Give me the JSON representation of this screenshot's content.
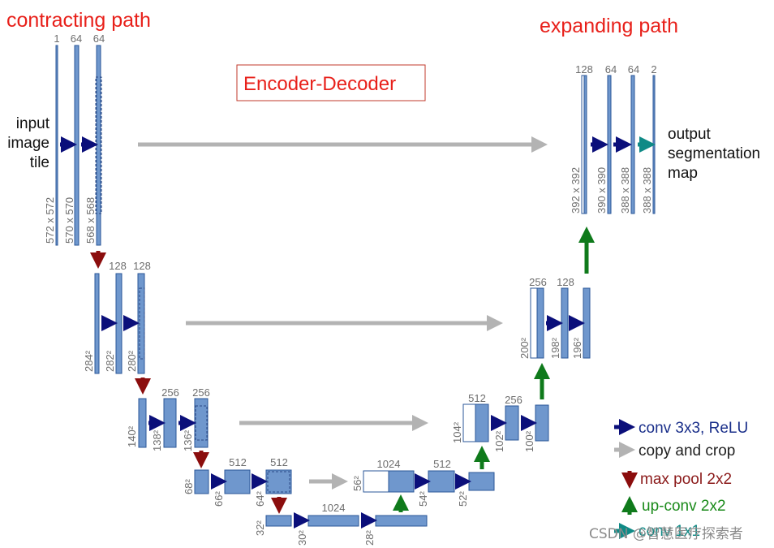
{
  "titles": {
    "contracting": "contracting path",
    "expanding": "expanding path",
    "encoder_decoder": "Encoder-Decoder"
  },
  "input_label": [
    "input",
    "image",
    "tile"
  ],
  "output_label": [
    "output",
    "segmentation",
    "map"
  ],
  "channels": {
    "l1": [
      "1",
      "64",
      "64"
    ],
    "l2": [
      "128",
      "128"
    ],
    "l3": [
      "256",
      "256"
    ],
    "l4": [
      "512",
      "512"
    ],
    "l5": [
      "1024"
    ],
    "u4": [
      "1024",
      "512"
    ],
    "u3": [
      "512",
      "256"
    ],
    "u2": [
      "256",
      "128"
    ],
    "u1": [
      "128",
      "64",
      "64",
      "2"
    ]
  },
  "dims": {
    "l1": [
      "572 x 572",
      "570 x 570",
      "568 x 568"
    ],
    "l2": [
      "284²",
      "282²",
      "280²"
    ],
    "l3": [
      "140²",
      "138²",
      "136²"
    ],
    "l4": [
      "68²",
      "66²",
      "64²"
    ],
    "l5": [
      "32²",
      "30²",
      "28²"
    ],
    "u4": [
      "56²",
      "54²",
      "52²"
    ],
    "u3": [
      "104²",
      "102²",
      "100²"
    ],
    "u2": [
      "200²",
      "198²",
      "196²"
    ],
    "u1": [
      "392 x 392",
      "390 x 390",
      "388 x 388",
      "388 x 388"
    ]
  },
  "legend": {
    "conv": "conv 3x3, ReLU",
    "copy": "copy and crop",
    "pool": "max pool 2x2",
    "upconv": "up-conv 2x2",
    "conv1x1": "conv 1x1"
  },
  "watermark": "CSDN @智慧医疗探索者",
  "colors": {
    "title_red": "#e8201a",
    "block_fill": "#6f97cd",
    "block_stroke": "#2b5798",
    "conv_arrow": "#0b0f7a",
    "copy_arrow": "#b3b3b3",
    "pool_arrow": "#8b0d0d",
    "upconv_arrow": "#0f7a1b",
    "conv1x1_arrow": "#0f8a86",
    "pool_label": "#8b1a1a",
    "upconv_label": "#1a8a1a"
  }
}
